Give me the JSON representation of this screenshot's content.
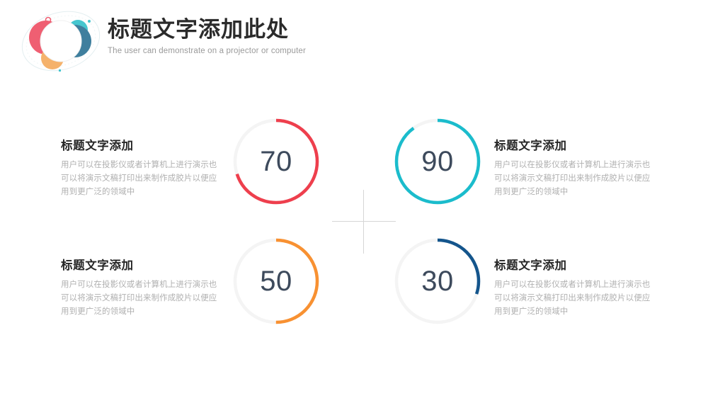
{
  "slide": {
    "background": "#ffffff",
    "header": {
      "title": "标题文字添加此处",
      "subtitle": "The user can demonstrate on a projector or computer",
      "title_color": "#2b2b2b",
      "subtitle_color": "#9a9a9a",
      "logo_icon": "overlapping-circles-logo",
      "logo_colors": {
        "pink": "#ef5f72",
        "teal": "#45c6cf",
        "steel_blue": "#3f7f9e",
        "orange": "#f5b26b",
        "white": "#ffffff",
        "accent_ring": "#e8f0f2"
      }
    },
    "divider": {
      "icon": "crosshair-divider",
      "color": "#d6d6d6"
    }
  },
  "chart_data": {
    "type": "pie",
    "title": "标题文字添加此处",
    "subtitle": "The user can demonstrate on a projector or computer",
    "categories": [
      "70",
      "90",
      "50",
      "30"
    ],
    "values": [
      70,
      90,
      50,
      30
    ],
    "ylim": [
      0,
      100
    ],
    "units": "percent",
    "legend_position": "none",
    "grid": false,
    "series": [
      {
        "name": "标题文字添加",
        "value": 70,
        "label": "70",
        "color": "#ee3f4d",
        "track_color": "#f4f4f4",
        "start_angle": 0,
        "sweep_direction": "clockwise",
        "position": "top-left",
        "text_side": "left"
      },
      {
        "name": "标题文字添加",
        "value": 90,
        "label": "90",
        "color": "#1bbccc",
        "track_color": "#f4f4f4",
        "start_angle": 0,
        "sweep_direction": "clockwise",
        "position": "top-right",
        "text_side": "right"
      },
      {
        "name": "标题文字添加",
        "value": 50,
        "label": "50",
        "color": "#f89132",
        "track_color": "#f4f4f4",
        "start_angle": 0,
        "sweep_direction": "clockwise",
        "position": "bottom-left",
        "text_side": "left"
      },
      {
        "name": "标题文字添加",
        "value": 30,
        "label": "30",
        "color": "#14558c",
        "track_color": "#f4f4f4",
        "start_angle": 0,
        "sweep_direction": "clockwise",
        "position": "bottom-right",
        "text_side": "right"
      }
    ]
  },
  "items": [
    {
      "title": "标题文字添加",
      "desc": "用户可以在投影仪或者计算机上进行演示也可以将演示文稿打印出来制作成胶片以便应用到更广泛的领域中",
      "value": "70",
      "percent": 70,
      "color": "#ee3f4d"
    },
    {
      "title": "标题文字添加",
      "desc": "用户可以在投影仪或者计算机上进行演示也可以将演示文稿打印出来制作成胶片以便应用到更广泛的领域中",
      "value": "90",
      "percent": 90,
      "color": "#1bbccc"
    },
    {
      "title": "标题文字添加",
      "desc": "用户可以在投影仪或者计算机上进行演示也可以将演示文稿打印出来制作成胶片以便应用到更广泛的领域中",
      "value": "50",
      "percent": 50,
      "color": "#f89132"
    },
    {
      "title": "标题文字添加",
      "desc": "用户可以在投影仪或者计算机上进行演示也可以将演示文稿打印出来制作成胶片以便应用到更广泛的领域中",
      "value": "30",
      "percent": 30,
      "color": "#14558c"
    }
  ]
}
